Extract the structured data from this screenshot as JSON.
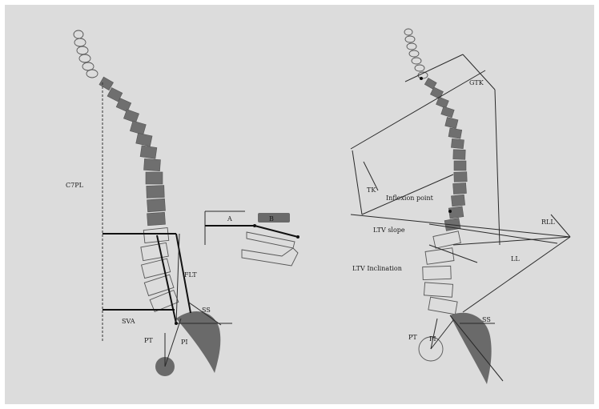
{
  "labels": {
    "left": {
      "c7pl": "C7PL",
      "sva": "SVA",
      "flt": "FLT",
      "ss": "SS",
      "pt": "PT",
      "pi": "PI"
    },
    "inset": {
      "a": "A",
      "b": "B"
    },
    "right": {
      "gtk": "GTK",
      "tk": "TK",
      "inflexion_point": "Inflexion point",
      "rll": "RLL",
      "ll": "LL",
      "ltv_slope": "LTV slope",
      "ltv_inclination": "LTV Inclination",
      "ss": "SS",
      "pt": "PT",
      "pi": "PI"
    }
  },
  "colors": {
    "background": "#dcdcdc",
    "vertebra_dark": "#6f6f6f",
    "line": "#2a2a2a"
  }
}
